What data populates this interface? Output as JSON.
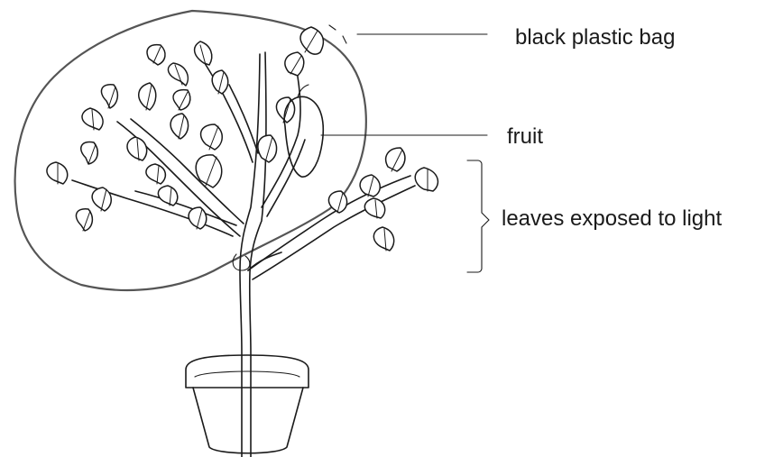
{
  "labels": {
    "bag": "black plastic bag",
    "fruit": "fruit",
    "leaves": "leaves exposed to light"
  }
}
